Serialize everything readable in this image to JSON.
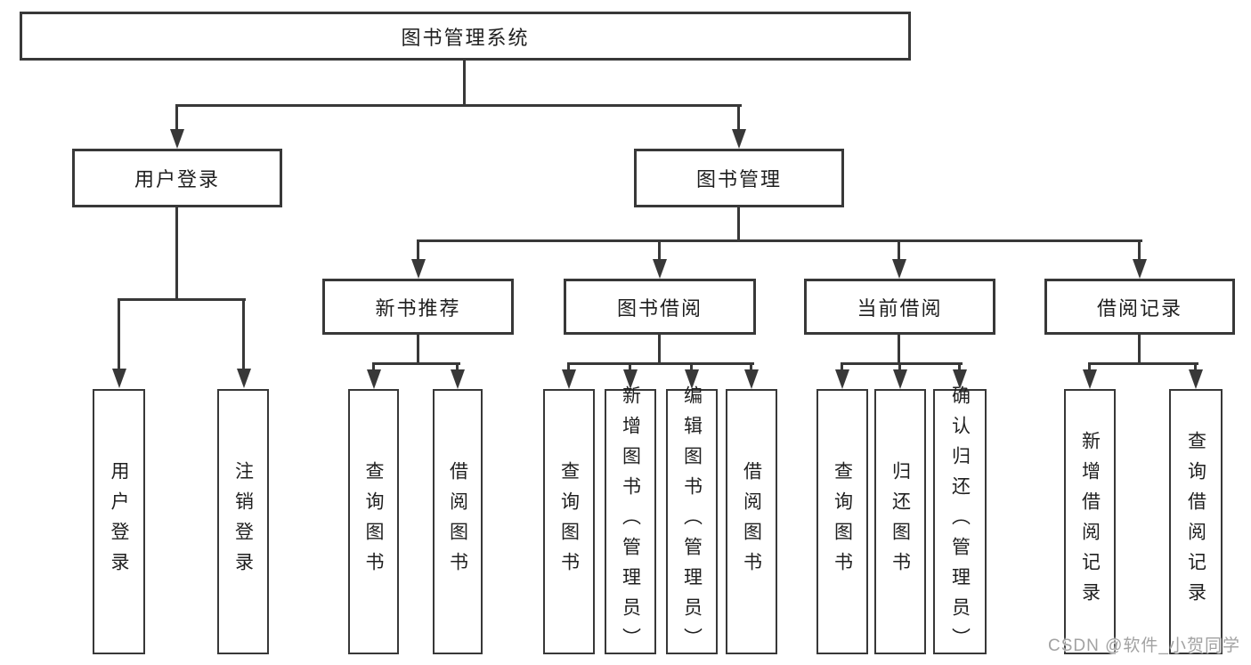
{
  "diagram": {
    "root": "图书管理系统",
    "branches": [
      {
        "label": "用户登录",
        "children": [
          "用户登录",
          "注销登录"
        ]
      },
      {
        "label": "图书管理",
        "groups": [
          {
            "label": "新书推荐",
            "children": [
              "查询图书",
              "借阅图书"
            ]
          },
          {
            "label": "图书借阅",
            "children": [
              "查询图书",
              "新增图书（管理员）",
              "编辑图书（管理员）",
              "借阅图书"
            ]
          },
          {
            "label": "当前借阅",
            "children": [
              "查询图书",
              "归还图书",
              "确认归还（管理员）"
            ]
          },
          {
            "label": "借阅记录",
            "children": [
              "新增借阅记录",
              "查询借阅记录"
            ]
          }
        ]
      }
    ]
  },
  "watermark": {
    "text": "CSDN @软件_小贺同学"
  },
  "colors": {
    "line": "#383838",
    "text": "#1f1f1f",
    "watermark": "#a2a2a2",
    "background": "#ffffff"
  }
}
